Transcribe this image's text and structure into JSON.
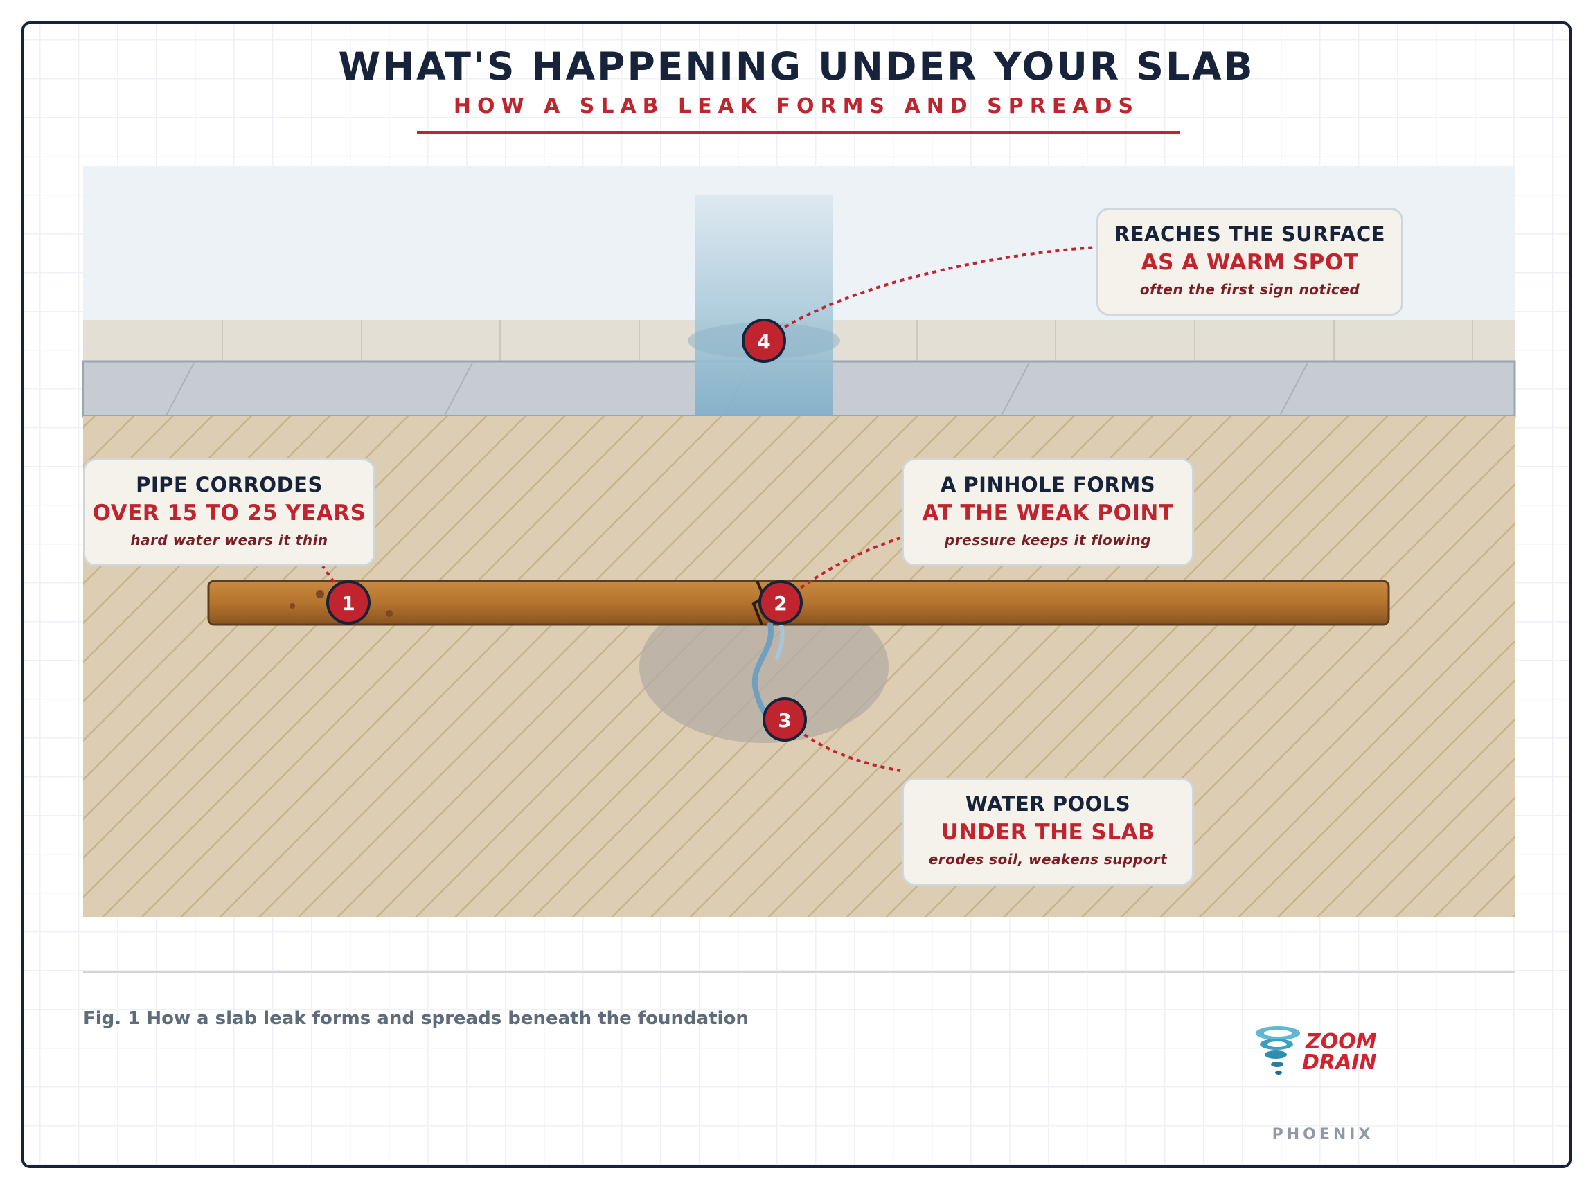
{
  "header": {
    "title": "WHAT'S HAPPENING UNDER YOUR SLAB",
    "subtitle": "HOW A SLAB LEAK FORMS AND SPREADS"
  },
  "callouts": [
    {
      "number": "1",
      "line1": "PIPE CORRODES",
      "line2": "OVER 15 TO 25 YEARS",
      "line3": "hard water wears it thin"
    },
    {
      "number": "2",
      "line1": "A PINHOLE FORMS",
      "line2": "AT THE WEAK POINT",
      "line3": "pressure keeps it flowing"
    },
    {
      "number": "3",
      "line1": "WATER POOLS",
      "line2": "UNDER THE SLAB",
      "line3": "erodes soil, weakens support"
    },
    {
      "number": "4",
      "line1": "REACHES THE SURFACE",
      "line2": "AS A WARM SPOT",
      "line3": "often the first sign noticed"
    }
  ],
  "footer": {
    "caption": "Fig. 1 How a slab leak forms and spreads beneath the foundation",
    "brand_line1": "ZOOM",
    "brand_line2": "DRAIN",
    "location": "PHOENIX"
  },
  "colors": {
    "navy": "#16233a",
    "accent_red": "#c0252f",
    "soil": "#ddcdb2",
    "pipe_copper": "#b5742e",
    "water_blue": "#7fafc8",
    "callout_bg": "#f5f2ec"
  },
  "icons": [
    "tornado-logo-icon",
    "numbered-marker-icon"
  ]
}
